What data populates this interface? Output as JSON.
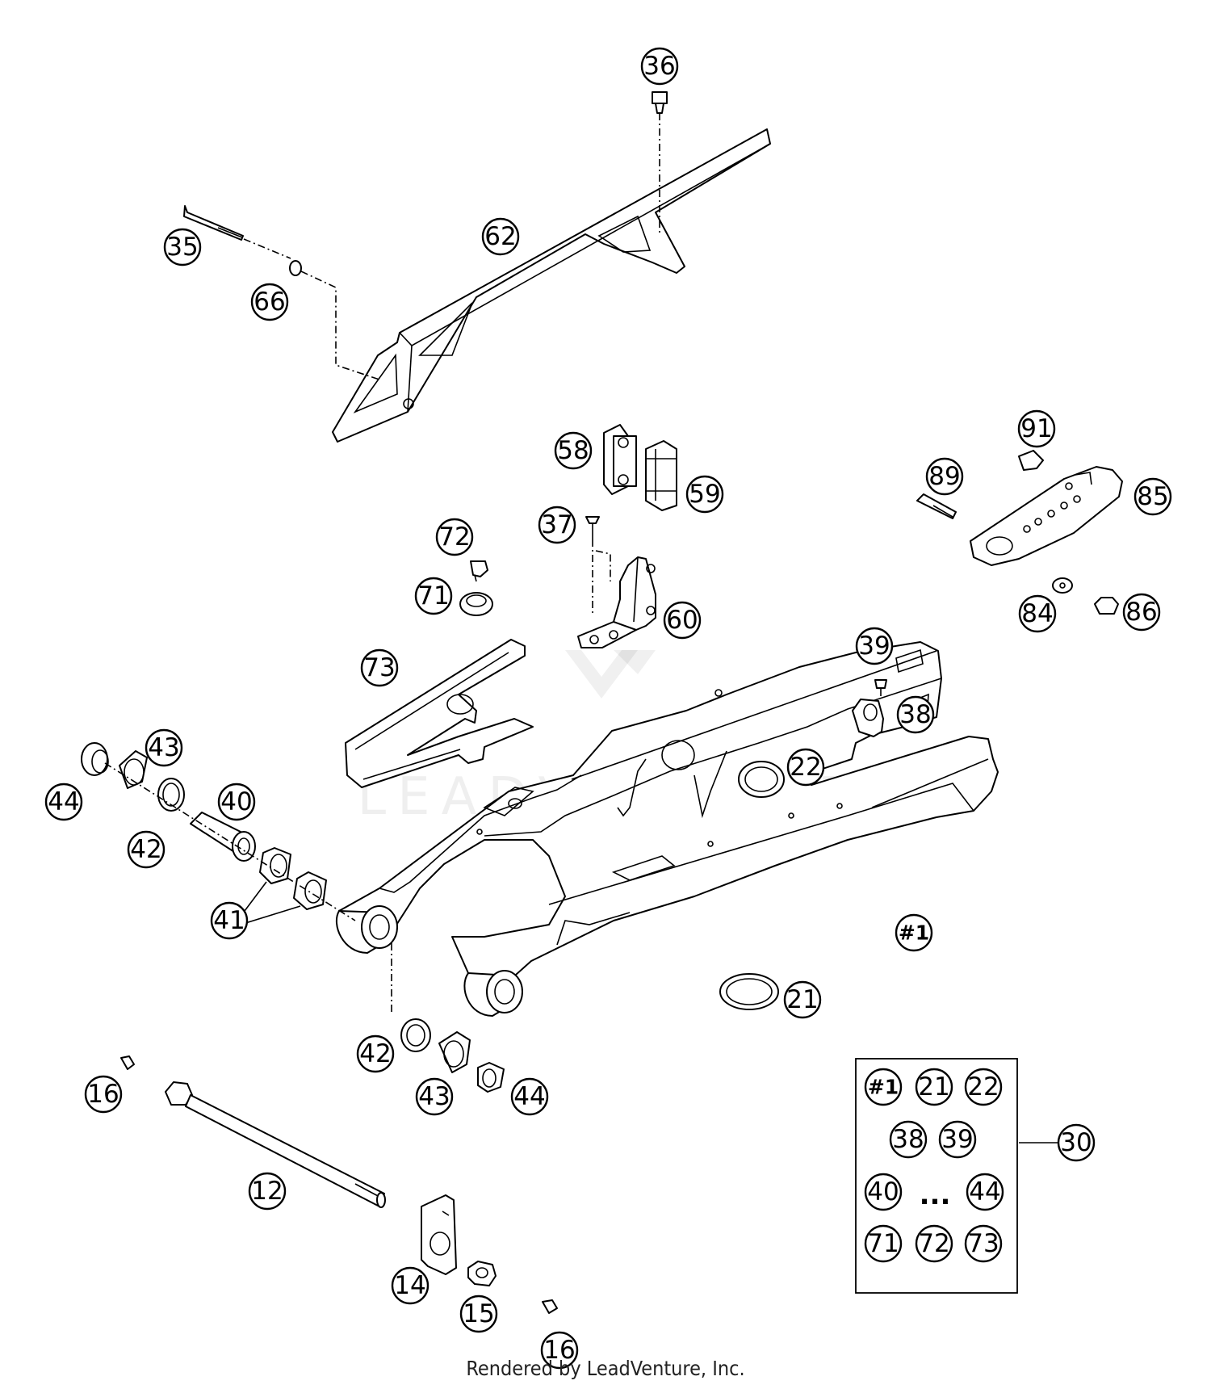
{
  "watermark": "LEADVENTURE",
  "footer": "Rendered by LeadVenture, Inc.",
  "callouts": {
    "c36": "36",
    "c35": "35",
    "c62": "62",
    "c66": "66",
    "c58": "58",
    "c59": "59",
    "c37": "37",
    "c60": "60",
    "c72": "72",
    "c71": "71",
    "c73": "73",
    "c91": "91",
    "c89": "89",
    "c85": "85",
    "c84": "84",
    "c86": "86",
    "c39": "39",
    "c38": "38",
    "c22": "22",
    "c43a": "43",
    "c44a": "44",
    "c40": "40",
    "c42a": "42",
    "c41": "41",
    "c1": "#1",
    "c21": "21",
    "c42b": "42",
    "c43b": "43",
    "c44b": "44",
    "c16a": "16",
    "c12": "12",
    "c14": "14",
    "c15": "15",
    "c16b": "16",
    "c30": "30"
  },
  "kit_box": {
    "rows": [
      [
        "#1",
        "21",
        "22"
      ],
      [
        "38",
        "39"
      ],
      [
        "40",
        "...",
        "44"
      ],
      [
        "71",
        "72",
        "73"
      ]
    ]
  }
}
